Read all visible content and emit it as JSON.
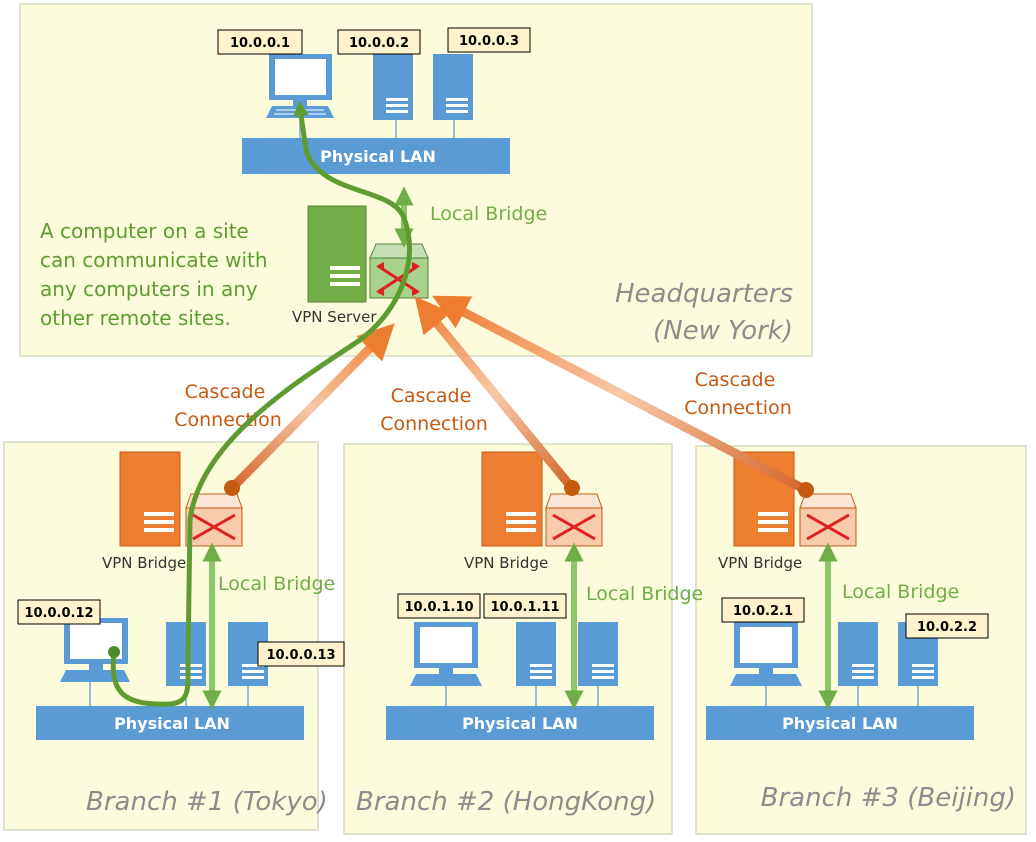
{
  "headquarters": {
    "title_line1": "Headquarters",
    "title_line2": "(New York)",
    "lan_label": "Physical LAN",
    "ips": [
      "10.0.0.1",
      "10.0.0.2",
      "10.0.0.3"
    ],
    "server_label": "VPN Server",
    "local_bridge_label": "Local Bridge",
    "note_lines": [
      "A computer on a site",
      "can communicate with",
      "any computers in any",
      "other remote sites."
    ]
  },
  "cascade_labels": [
    {
      "line1": "Cascade",
      "line2": "Connection"
    },
    {
      "line1": "Cascade",
      "line2": "Connection"
    },
    {
      "line1": "Cascade",
      "line2": "Connection"
    }
  ],
  "branches": [
    {
      "title": "Branch #1 (Tokyo)",
      "bridge_label": "VPN Bridge",
      "local_bridge_label": "Local Bridge",
      "lan_label": "Physical LAN",
      "ips": [
        "10.0.0.12",
        "10.0.0.13"
      ]
    },
    {
      "title": "Branch #2 (HongKong)",
      "bridge_label": "VPN Bridge",
      "local_bridge_label": "Local Bridge",
      "lan_label": "Physical LAN",
      "ips": [
        "10.0.1.10",
        "10.0.1.11"
      ]
    },
    {
      "title": "Branch #3 (Beijing)",
      "bridge_label": "VPN Bridge",
      "local_bridge_label": "Local Bridge",
      "lan_label": "Physical LAN",
      "ips": [
        "10.0.2.1",
        "10.0.2.2"
      ]
    }
  ],
  "colors": {
    "site_bg": "#fcfcdc",
    "site_border": "#d4dcc0",
    "lan_blue": "#5b9bd5",
    "green": "#6fae46",
    "dark_green": "#4e8a2a",
    "orange": "#ed7d31",
    "dark_orange": "#c55a11",
    "ip_box": "#fff2cc"
  }
}
